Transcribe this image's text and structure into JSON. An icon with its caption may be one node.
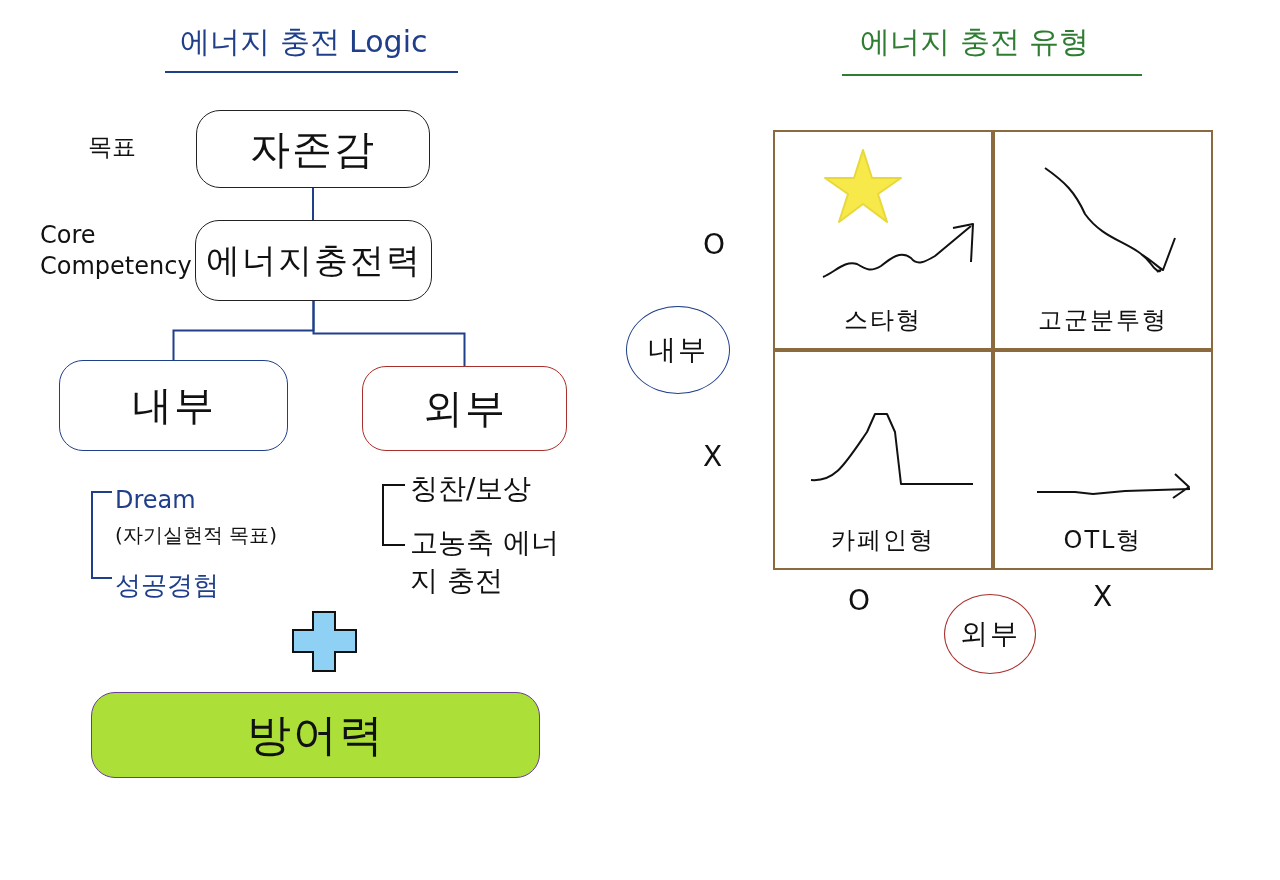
{
  "diagram": {
    "title": "에너지 충전 Logic",
    "nodes": [
      {
        "text": [
          "자존감"
        ],
        "beside": [
          "목표"
        ]
      },
      {
        "text": [
          "에너지충전력"
        ],
        "beside": [
          "Core Competency"
        ]
      },
      {
        "text": [
          "내부"
        ]
      },
      {
        "text": [
          "외부"
        ]
      },
      {
        "text": [
          "방어력"
        ]
      },
      {
        "text": [
          "내부"
        ]
      },
      {
        "text": [
          "외부"
        ]
      },
      {
        "text": [
          "스타형"
        ]
      },
      {
        "text": [
          "고군분투형"
        ]
      },
      {
        "text": [
          "카페인형"
        ]
      },
      {
        "text": [
          "OTL형"
        ]
      }
    ],
    "edges": [
      {
        "from": 0,
        "to": 1,
        "arrow": "none"
      },
      {
        "from": 1,
        "to": 2,
        "arrow": "none"
      },
      {
        "from": 1,
        "to": 3,
        "arrow": "none"
      }
    ],
    "labels": [
      "에너지 충전 유형",
      "Dream",
      "(자기실현적 목표)",
      "성공경험",
      "칭찬/보상",
      "고농축 에너지 충전",
      "O",
      "X",
      "O",
      "X"
    ]
  }
}
